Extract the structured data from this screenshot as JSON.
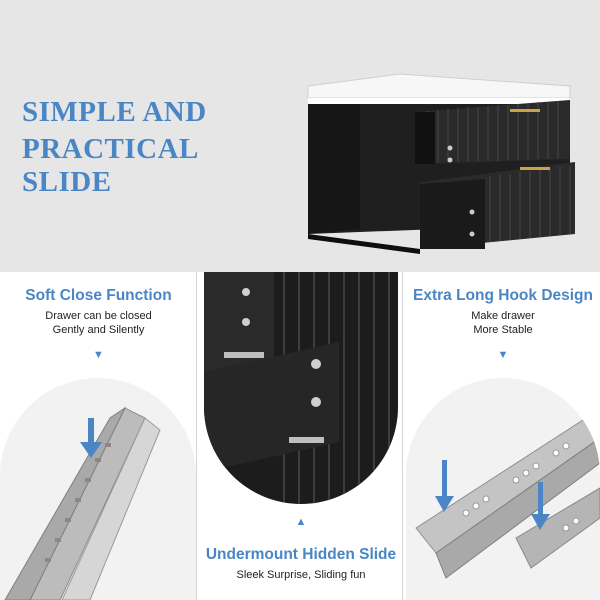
{
  "accent_color": "#4a86c5",
  "headline": {
    "line1": "SIMPLE AND",
    "line2": "PRACTICAL SLIDE"
  },
  "features": {
    "soft_close": {
      "title": "Soft Close Function",
      "line1": "Drawer can be closed",
      "line2": "Gently and Silently",
      "arrow_glyph": "▼"
    },
    "hook": {
      "title": "Extra Long Hook Design",
      "line1": "Make drawer",
      "line2": "More Stable",
      "arrow_glyph": "▼"
    },
    "undermount": {
      "title": "Undermount Hidden Slide",
      "line1": "Sleek Surprise, Sliding fun",
      "arrow_glyph": "▲"
    }
  }
}
